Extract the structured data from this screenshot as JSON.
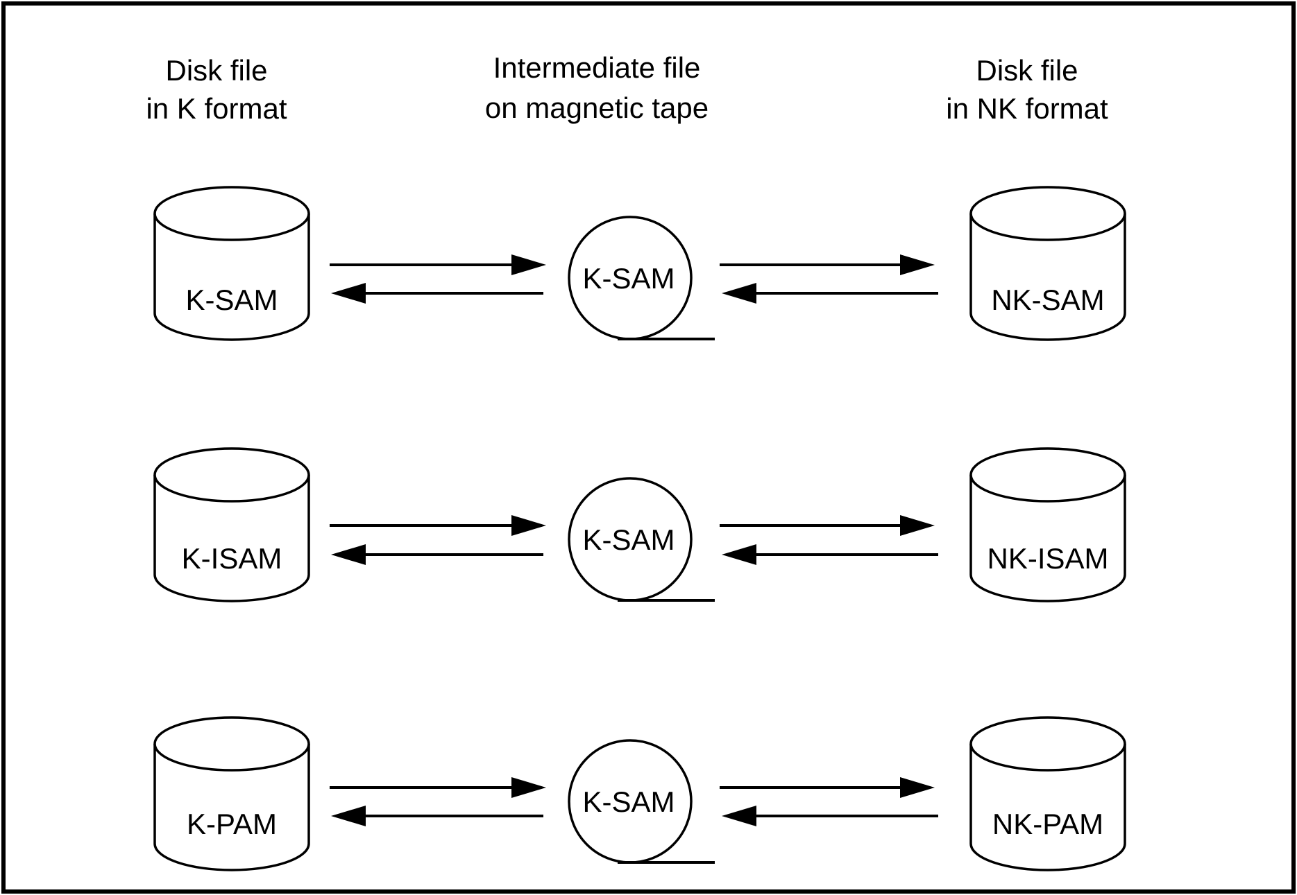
{
  "diagram": {
    "columns": [
      {
        "title_line1": "Disk file",
        "title_line2": "in K format"
      },
      {
        "title_line1": "Intermediate file",
        "title_line2": "on magnetic tape"
      },
      {
        "title_line1": "Disk file",
        "title_line2": "in NK format"
      }
    ],
    "rows": [
      {
        "source_disk_label": "K-SAM",
        "tape_label": "K-SAM",
        "target_disk_label": "NK-SAM"
      },
      {
        "source_disk_label": "K-ISAM",
        "tape_label": "K-SAM",
        "target_disk_label": "NK-ISAM"
      },
      {
        "source_disk_label": "K-PAM",
        "tape_label": "K-SAM",
        "target_disk_label": "NK-PAM"
      }
    ],
    "colors": {
      "line": "#000000",
      "text": "#000000",
      "background": "#ffffff"
    }
  }
}
